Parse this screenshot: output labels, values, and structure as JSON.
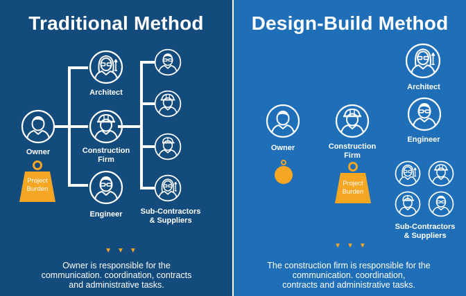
{
  "left": {
    "title": "Traditional Method",
    "owner_label": "Owner",
    "burden_line1": "Project",
    "burden_line2": "Burden",
    "architect_label": "Architect",
    "construction_label_1": "Construction",
    "construction_label_2": "Firm",
    "engineer_label": "Engineer",
    "subs_label_1": "Sub-Contractors",
    "subs_label_2": "& Suppliers",
    "arrows": "▼▼▼",
    "caption_1": "Owner is responsible for the",
    "caption_2": "communication. coordination, contracts",
    "caption_3": "and administrative tasks."
  },
  "right": {
    "title": "Design-Build Method",
    "owner_label": "Owner",
    "burden_line1": "Project",
    "burden_line2": "Burden",
    "architect_label": "Architect",
    "engineer_label": "Engineer",
    "construction_label_1": "Construction",
    "construction_label_2": "Firm",
    "subs_label_1": "Sub-Contractors",
    "subs_label_2": "& Suppliers",
    "arrows": "▼▼▼",
    "caption_1": "The construction firm is responsible for the",
    "caption_2": "communication. coordination,",
    "caption_3": "contracts and administrative tasks."
  },
  "colors": {
    "left_bg": "#134b7c",
    "right_bg": "#1f6fb8",
    "accent": "#f5a623",
    "line": "#ffffff"
  }
}
